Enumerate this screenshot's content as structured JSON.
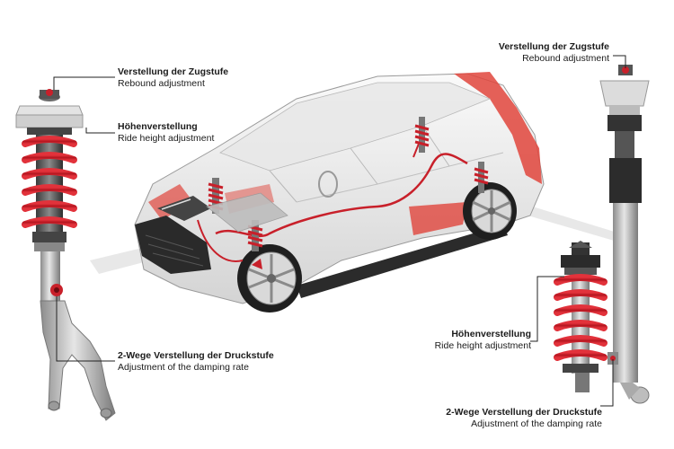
{
  "labels": {
    "left_rebound": {
      "de": "Verstellung der Zugstufe",
      "en": "Rebound adjustment"
    },
    "left_height": {
      "de": "Höhenverstellung",
      "en": "Ride height adjustment"
    },
    "left_damping": {
      "de": "2-Wege Verstellung der Druckstufe",
      "en": "Adjustment of the damping rate"
    },
    "right_rebound": {
      "de": "Verstellung der Zugstufe",
      "en": "Rebound adjustment"
    },
    "right_height": {
      "de": "Höhenverstellung",
      "en": "Ride height adjustment"
    },
    "right_damping": {
      "de": "2-Wege Verstellung der Druckstufe",
      "en": "Adjustment of the damping rate"
    }
  },
  "colors": {
    "spring_red": "#c8202a",
    "car_body": "#eeeeee",
    "accent_red": "#e0453c",
    "leader_line": "#222222"
  }
}
